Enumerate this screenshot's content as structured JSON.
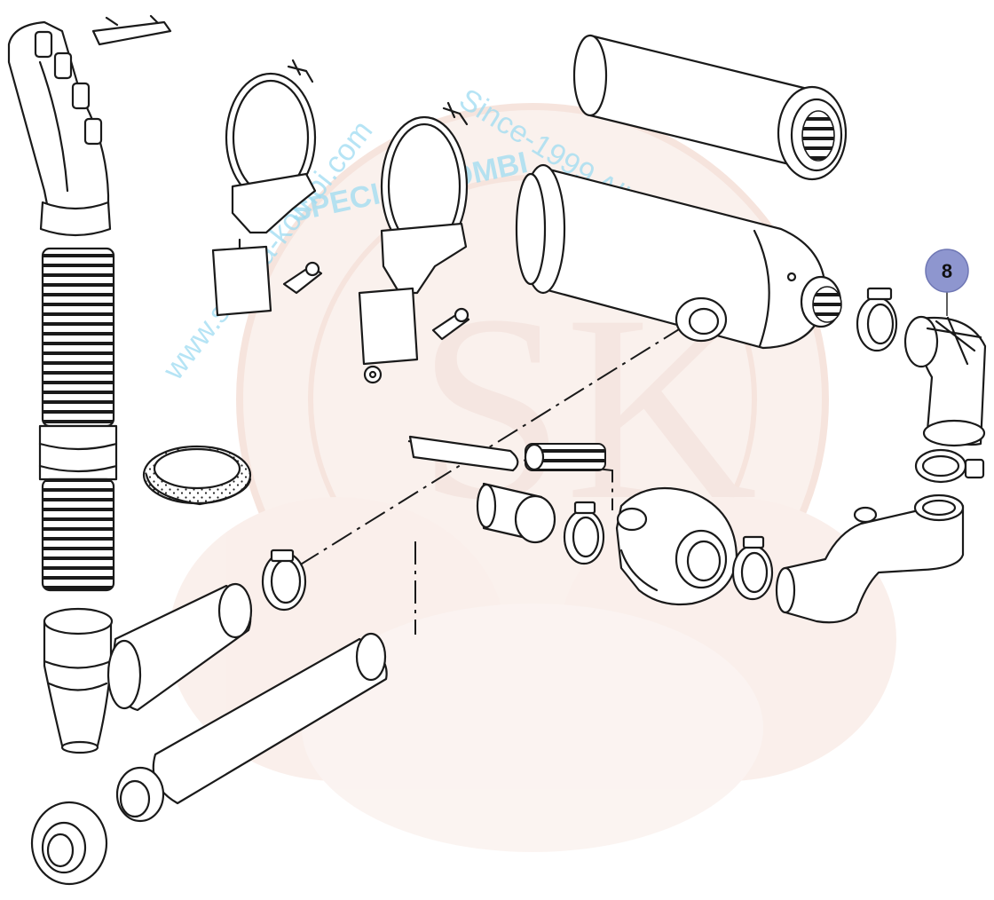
{
  "diagram": {
    "callouts": [
      {
        "label": "8"
      }
    ],
    "watermark": {
      "line1": "www.samba-kombi.com",
      "line2": "Since-1999 All rights reserved",
      "line3": "SPECIAL-KOMBI",
      "monogram": "SK",
      "color": "#9edcf2",
      "seal_color": "#f3d9cf"
    },
    "colors": {
      "callout_fill": "#8e96cf",
      "line": "#1a1a1a"
    }
  }
}
